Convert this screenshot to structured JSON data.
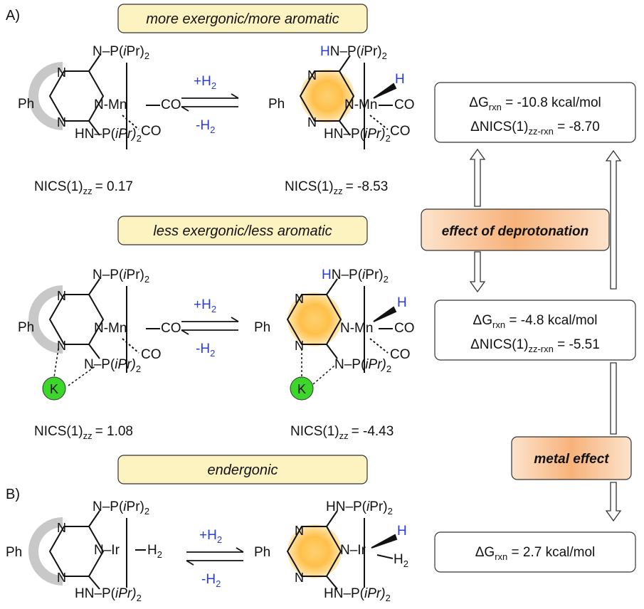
{
  "panels": {
    "a": "A)",
    "b": "B)"
  },
  "banners": {
    "top": "more exergonic/more aromatic",
    "mid": "less exergonic/less aromatic",
    "bottom": "endergonic"
  },
  "arrows": {
    "forward": "+H",
    "reverse": "-H",
    "sub": "2"
  },
  "labels": {
    "ph": "Ph",
    "n": "N",
    "nh_top_pre": "N–P(",
    "pr": "Pr)",
    "sub2": "2",
    "i": "i",
    "hn_top_pre": "HN–P(",
    "hn_bot": "HN–P(",
    "bot_pr": "iPr)",
    "n_bot": "N–P(",
    "mn": "N-Mn",
    "ir": "N–Ir",
    "co": "CO",
    "h": "H",
    "h2": "H",
    "k": "K"
  },
  "nics": {
    "prefix": "NICS(1)",
    "sub": "zz",
    "mn_start": "= 0.17",
    "mn_end": "= -8.53",
    "k_start": "= 1.08",
    "k_end": "= -4.43"
  },
  "results": {
    "box1": {
      "dg": "ΔG",
      "dg_sub": "rxn",
      "dg_val": " = -10.8 kcal/mol",
      "dn": "ΔNICS(1)",
      "dn_sub": "zz-rxn",
      "dn_val": " = -8.70"
    },
    "box2": {
      "dg": "ΔG",
      "dg_sub": "rxn",
      "dg_val": " = -4.8 kcal/mol",
      "dn": "ΔNICS(1)",
      "dn_sub": "zz-rxn",
      "dn_val": " = -5.51"
    },
    "box3": {
      "dg": "ΔG",
      "dg_sub": "rxn",
      "dg_val": " = 2.7 kcal/mol"
    }
  },
  "effects": {
    "deprotonation": "effect of deprotonation",
    "metal": "metal effect"
  },
  "colors": {
    "banner": "#fdf3c0",
    "effect": "#f5b07a",
    "k": "#3dd62a",
    "glow": "#ffb030",
    "blue": "#2a3bd6"
  }
}
